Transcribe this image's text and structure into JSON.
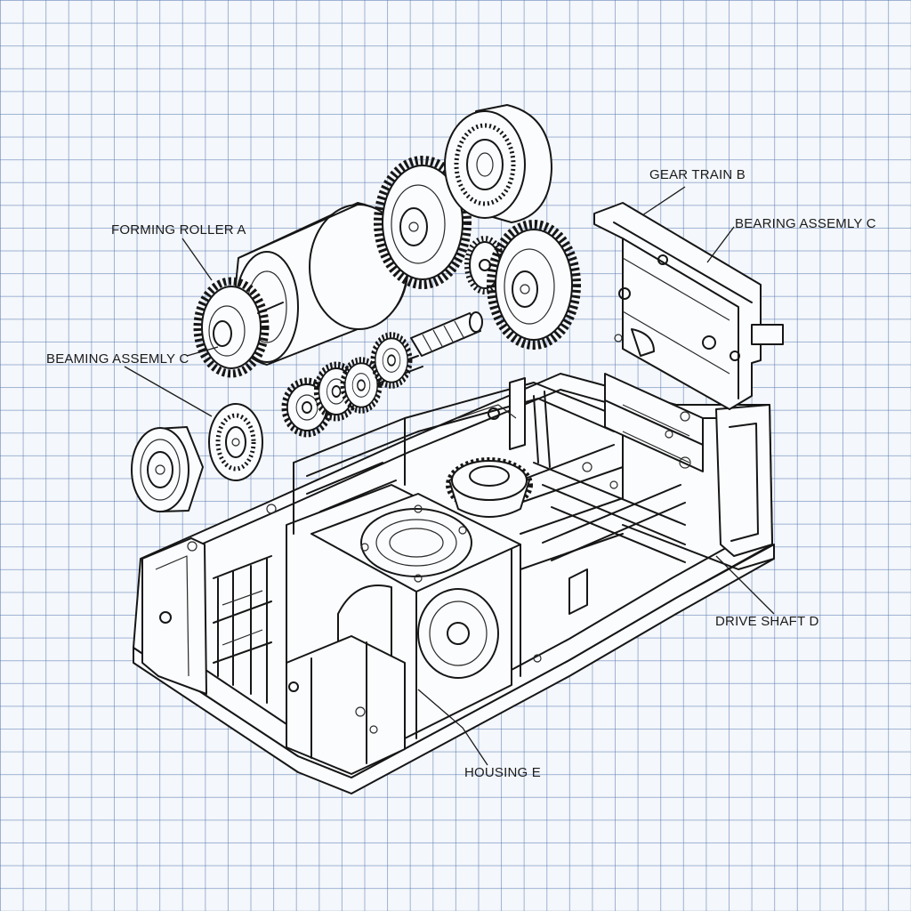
{
  "diagram": {
    "labels": {
      "forming_roller": "FORMING ROLLER A",
      "beaming_assembly": "BEAMING ASSEMLY C",
      "gear_train": "GEAR TRAIN  B",
      "bearing_assembly": "BEARING ASSEMLY C",
      "drive_shaft": "DRIVE SHAFT  D",
      "housing": "HOUSING E"
    },
    "style": {
      "paper": "#f4f7fb",
      "grid": "#587ab2",
      "ink": "#161616"
    },
    "icons": [
      "spur-gear-icon",
      "bearing-icon",
      "roller-icon",
      "shaft-icon"
    ]
  }
}
